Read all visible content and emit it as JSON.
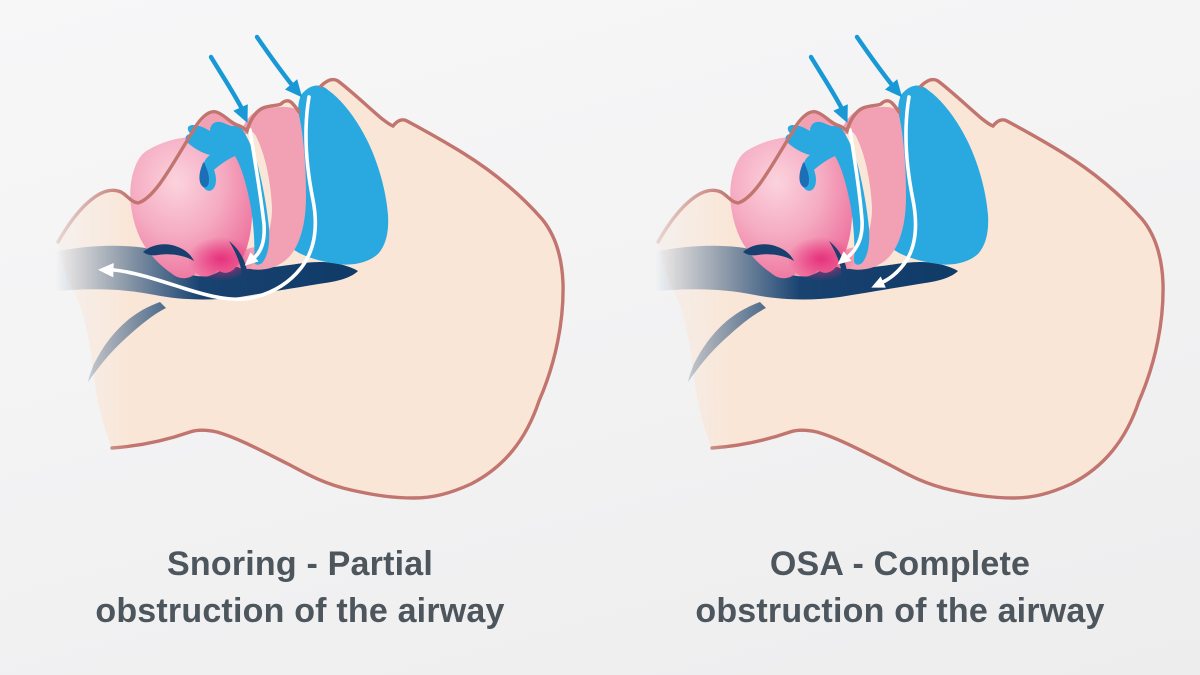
{
  "page": {
    "background": "#f3f3f4",
    "description": "Side-by-side medical illustration of a head in profile lying back, comparing snoring (partial airway obstruction) with obstructive sleep apnea (complete airway obstruction)"
  },
  "panels": [
    {
      "id": "snoring",
      "obstruction": "partial",
      "caption_line1": "Snoring - Partial",
      "caption_line2": "obstruction of the airway"
    },
    {
      "id": "osa",
      "obstruction": "complete",
      "caption_line1": "OSA - Complete",
      "caption_line2": "obstruction of the airway"
    }
  ],
  "icons": [
    "inhale-arrow-icon",
    "airflow-arrow-icon",
    "blocked-airflow-arrow-icon"
  ],
  "colors": {
    "background": "#f3f3f4",
    "skin": "#f9e6d7",
    "outline": "#c1756e",
    "airway_blue": "#29a9e0",
    "airway_dark_drip": "#1c6fb4",
    "tissue_pink": "#f2a0b4",
    "tongue_light": "#fbd3dd",
    "tongue_mid": "#f5abc2",
    "tongue_deep": "#ec6394",
    "tongue_glow": "#e62d7a",
    "throat_navy": "#17406e",
    "throat_navy_mid": "#1c4d7e",
    "flow_line_white": "#ffffff",
    "inhale_arrow_blue": "#1998d6",
    "caption_text": "#4d555d"
  }
}
